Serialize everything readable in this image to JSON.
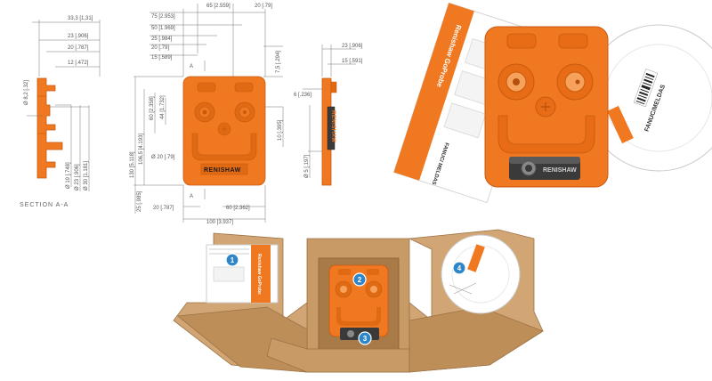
{
  "colors": {
    "orange": "#F07820",
    "orange_dark": "#C85A10",
    "cardboard": "#C79A66",
    "cardboard_dark": "#9C7346",
    "badge_blue": "#2E86C8",
    "dim_line": "#777777"
  },
  "section_label": "SECTION A-A",
  "section_letter": "A",
  "side_view_dims": {
    "top_33": "33,3 [1,31]",
    "d23": "23 [.906]",
    "d20": "20 [.787]",
    "d12": "12 [.472]",
    "phi82": "Ø 8,2 [.32]",
    "phi19": "Ø 19 [.748]",
    "phi23": "Ø 23 [.906]",
    "phi30": "Ø 30 [1.181]"
  },
  "front_view_dims": {
    "d65": "65 [2.559]",
    "d20r": "20 [.79]",
    "d75": "75 [2.953]",
    "d50": "50 [1.969]",
    "d25": "25 [.984]",
    "d20": "20 [.79]",
    "d15": "15 [.589]",
    "d75b": "7,5 [.294]",
    "d1305": "130 [5.118]",
    "d1065": "106,5 [4.193]",
    "d60": "60 [2.358]",
    "d44": "44 [1.732]",
    "phi20": "Ø 20 [.79]",
    "d10": "10 [.395]",
    "d25b": "25 [.985]",
    "d20b": "20 [.787]",
    "d60b": "60 [2.362]",
    "d100": "100 [3.937]"
  },
  "end_view_dims": {
    "d23": "23 [.906]",
    "d15": "15 [.591]",
    "d6": "6 [.236]",
    "phi5": "Ø 5 [.197]"
  },
  "brand_text": "RENISHAW",
  "sticker_text": "RENISHAW",
  "booklet_text": "Renishaw GoProbe",
  "card_spine_text": "FANUC/ MELDAS",
  "disc_text": "FANUC/MELDAS",
  "badges": [
    "1",
    "2",
    "3",
    "4"
  ],
  "icons": [
    "usb-stick-icon",
    "barcode-icon"
  ]
}
